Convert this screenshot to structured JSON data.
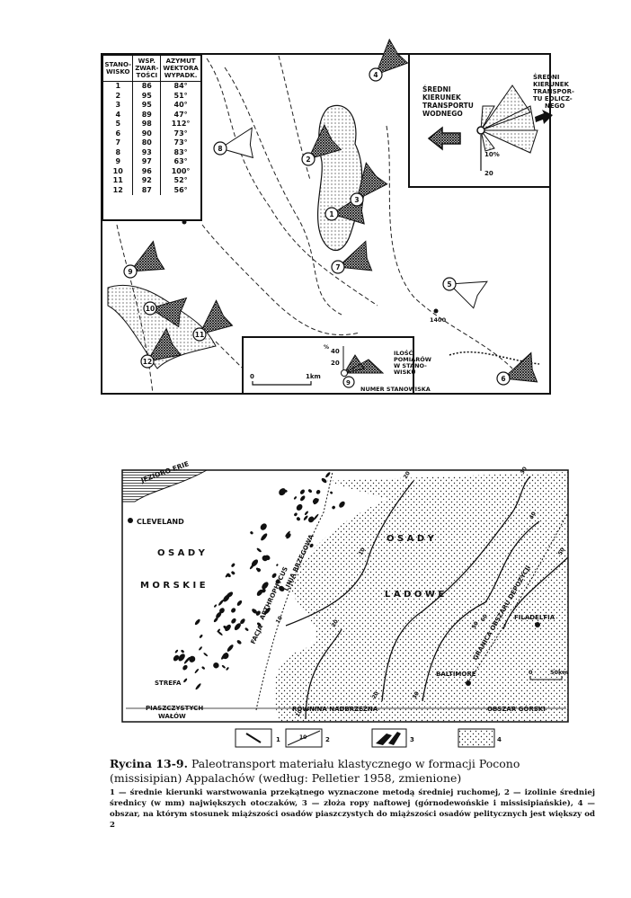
{
  "figure_top": {
    "table": {
      "headers": [
        "STANO- WISKO",
        "WSP. ZWAR- TOŚCI",
        "AZYMUT WEKTORA WYPADK."
      ],
      "rows": [
        [
          "1",
          "86",
          "84°"
        ],
        [
          "2",
          "95",
          "51°"
        ],
        [
          "3",
          "95",
          "40°"
        ],
        [
          "4",
          "89",
          "47°"
        ],
        [
          "5",
          "98",
          "112°"
        ],
        [
          "6",
          "90",
          "73°"
        ],
        [
          "7",
          "80",
          "73°"
        ],
        [
          "8",
          "93",
          "83°"
        ],
        [
          "9",
          "97",
          "63°"
        ],
        [
          "10",
          "96",
          "100°"
        ],
        [
          "11",
          "92",
          "52°"
        ],
        [
          "12",
          "87",
          "56°"
        ]
      ]
    },
    "legend_top": {
      "water_label": [
        "ŚREDNI",
        "KIERUNEK",
        "TRANSPORTU",
        "WODNEGO"
      ],
      "wind_label": [
        "ŚREDNI",
        "KIERUNEK",
        "TRANSPOR-",
        "TU EOLICZ-",
        "NEGO"
      ],
      "scale_10": "10%",
      "scale_20": "20"
    },
    "legend_bottom": {
      "scale_0": "0",
      "scale_1km": "1km",
      "pct": "%",
      "tick_40": "40",
      "tick_20": "20",
      "station_example": "9",
      "count_label": [
        "ILOŚĆ",
        "POMIARÓW",
        "W STANO-",
        "WISKU"
      ],
      "station_number_label": "NUMER STANOWISKA"
    },
    "stations": [
      "1",
      "2",
      "3",
      "4",
      "5",
      "6",
      "7",
      "8",
      "9",
      "10",
      "11",
      "12"
    ],
    "elevation": "1400"
  },
  "figure_bottom": {
    "labels": {
      "lake": "JEZIORO ERIE",
      "cleveland": "CLEVELAND",
      "osady1": "O S A D Y",
      "morskie": "M O R S K I E",
      "osady2": "O S A D Y",
      "ladowe": "L A D O W E",
      "facja": "FACJA",
      "arthrophycus": "ARTHROPHYCUS",
      "linia": "LINIA BRZEGOWA",
      "granica": "GRANICA OBSZARU DEPOZYCJI",
      "filadelfia": "FILADELFIA",
      "baltimore": "BALTIMORE",
      "strefa": "STREFA",
      "piaszczystych": "PIASZCZYSTYCH",
      "walow": "WAŁÓW",
      "rownina": "RÓWNINA NADBRZEŻNA",
      "obszar": "OBSZAR GÓRSKI",
      "scale_0": "0",
      "scale_50": "50km"
    },
    "isolines": [
      "10",
      "10",
      "20",
      "20",
      "30",
      "30",
      "40",
      "50",
      "50",
      "60",
      "10",
      "20"
    ],
    "legend": [
      {
        "num": "1",
        "icon": "arrow-icon"
      },
      {
        "num": "2",
        "icon": "isoline-icon",
        "value": "10"
      },
      {
        "num": "3",
        "icon": "oil-field-icon"
      },
      {
        "num": "4",
        "icon": "dotted-area-icon"
      }
    ]
  },
  "caption": {
    "label": "Rycina 13-9.",
    "title": "Paleotransport materiału klastycznego w formacji Pocono (missisipian) Appalachów (według: Pelletier 1958, zmienione)",
    "description": "1 — średnie kierunki warstwowania przekątnego wyznaczone metodą średniej ruchomej, 2 — izolinie średniej średnicy (w mm) największych otoczaków, 3 — złoża ropy naftowej (górnodewońskie i missisipiańskie), 4 — obszar, na którym stosunek miąższości osadów piaszczystych do miąższości osadów pelitycznych jest większy od 2"
  }
}
